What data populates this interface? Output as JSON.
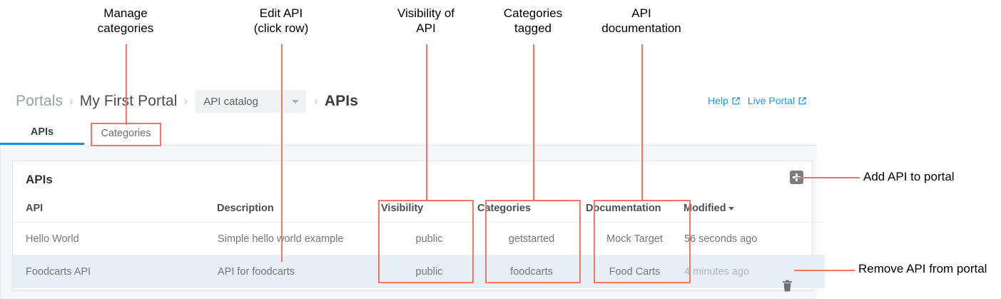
{
  "breadcrumb": {
    "items": [
      {
        "label": "Portals",
        "type": "link"
      },
      {
        "label": "My First Portal",
        "type": "link"
      },
      {
        "label": "API catalog",
        "type": "select"
      },
      {
        "label": "APIs",
        "type": "current"
      }
    ],
    "separator": "›"
  },
  "header_links": [
    {
      "label": "Help",
      "icon": "external-link-icon"
    },
    {
      "label": "Live Portal",
      "icon": "external-link-icon"
    }
  ],
  "tabs": [
    {
      "label": "APIs",
      "active": true
    },
    {
      "label": "Categories",
      "active": false
    }
  ],
  "card": {
    "title": "APIs",
    "add_button": {
      "icon": "plus-icon",
      "tooltip": "Add API to portal"
    },
    "delete_button": {
      "icon": "trash-icon",
      "tooltip": "Remove API from portal"
    }
  },
  "table": {
    "columns": [
      {
        "key": "api",
        "label": "API"
      },
      {
        "key": "description",
        "label": "Description"
      },
      {
        "key": "visibility",
        "label": "Visibility"
      },
      {
        "key": "categories",
        "label": "Categories"
      },
      {
        "key": "documentation",
        "label": "Documentation"
      },
      {
        "key": "modified",
        "label": "Modified",
        "sorted": true,
        "sort_icon": "caret-down-icon"
      }
    ],
    "rows": [
      {
        "api": "Hello World",
        "description": "Simple hello world example",
        "visibility": "public",
        "categories": "getstarted",
        "documentation": "Mock Target",
        "modified": "56 seconds ago",
        "selected": false
      },
      {
        "api": "Foodcarts API",
        "description": "API for foodcarts",
        "visibility": "public",
        "categories": "foodcarts",
        "documentation": "Food Carts",
        "modified": "4 minutes ago",
        "selected": true
      }
    ]
  },
  "annotations": [
    {
      "id": "manage-categories",
      "text": "Manage\ncategories"
    },
    {
      "id": "edit-api",
      "text": "Edit API\n(click row)"
    },
    {
      "id": "visibility-of-api",
      "text": "Visibility of\nAPI"
    },
    {
      "id": "categories-tagged",
      "text": "Categories\ntagged"
    },
    {
      "id": "api-documentation",
      "text": "API\ndocumentation"
    },
    {
      "id": "add-api-to-portal",
      "text": "Add API to portal"
    },
    {
      "id": "remove-api-from-portal",
      "text": "Remove API from portal"
    }
  ],
  "colors": {
    "annotation": "#f4766a",
    "tab_active_underline": "#1b8fd0",
    "link": "#1b9ad9",
    "row_selected_bg": "#e5eff5",
    "page_bg": "#f6f7f8",
    "add_button_bg": "#7d7d7d"
  }
}
